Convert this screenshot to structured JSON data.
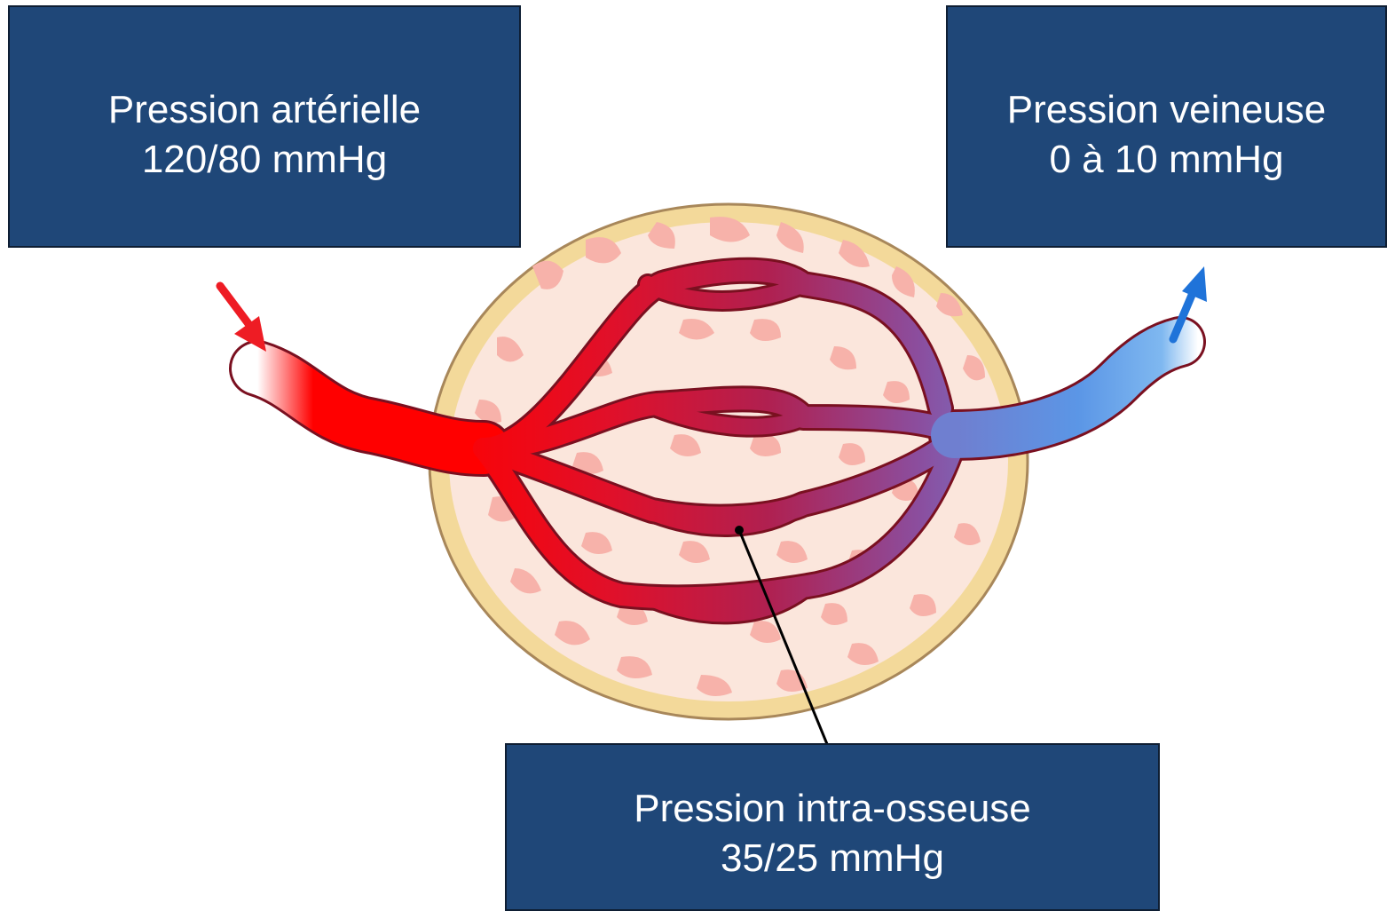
{
  "labels": {
    "arterial": {
      "title": "Pression artérielle",
      "value": "120/80 mmHg"
    },
    "venous": {
      "title": "Pression veineuse",
      "value": "0 à 10 mmHg"
    },
    "intraosseous": {
      "title": "Pression intra-osseuse",
      "value": "35/25 mmHg"
    }
  },
  "colors": {
    "box_fill": "#1f4778",
    "box_text": "#ffffff",
    "bone_cortex": "#f3d99a",
    "bone_marrow": "#fbe6dc",
    "trabeculae": "#f7b2aa",
    "artery": "#ff0000",
    "vein": "#4d90e6",
    "outline": "#7a1020"
  }
}
